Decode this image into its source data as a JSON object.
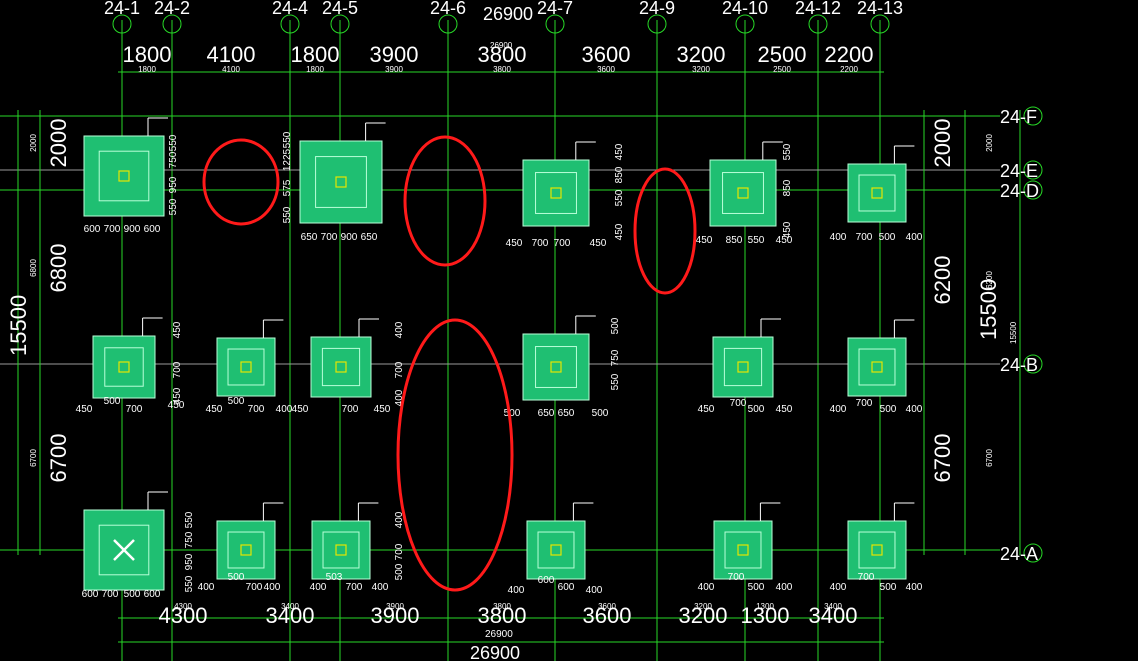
{
  "drawing": {
    "title_dimension": "26900",
    "overall_bottom_dimension": "26900",
    "overall_bottom_small": "26900",
    "overall_top_small": "26900",
    "left_total_dimension": "15500",
    "right_total_dimension": "15500",
    "right_total_small": "15500",
    "colors": {
      "background": "#000000",
      "dim_lines": "#27d827",
      "axis_lines": "#9a9a9a",
      "footing_fill": "#1fbf72",
      "footing_outline": "#b8ffd8",
      "column": "#e6e600",
      "markup": "#ff1a1a",
      "text": "#ffffff"
    }
  },
  "grid_axes_top": [
    {
      "label": "24-1"
    },
    {
      "label": "24-2"
    },
    {
      "label": "24-4"
    },
    {
      "label": "24-5"
    },
    {
      "label": "24-6"
    },
    {
      "label": "24-7"
    },
    {
      "label": "24-9"
    },
    {
      "label": "24-10"
    },
    {
      "label": "24-12"
    },
    {
      "label": "24-13"
    }
  ],
  "grid_axes_right": [
    {
      "label": "24-F"
    },
    {
      "label": "24-E"
    },
    {
      "label": "24-D"
    },
    {
      "label": "24-B"
    },
    {
      "label": "24-A"
    }
  ],
  "top_spans": [
    "1800",
    "4100",
    "1800",
    "3900",
    "3800",
    "3600",
    "3200",
    "2500",
    "2200"
  ],
  "bottom_spans": [
    "4300",
    "3400",
    "3900",
    "3800",
    "3600",
    "3200",
    "1300",
    "3400"
  ],
  "left_spans": [
    "2000",
    "6800",
    "6700"
  ],
  "right_spans": [
    "2000",
    "6200",
    "6700"
  ],
  "footing_dims": [
    "600",
    "700",
    "900",
    "600",
    "650",
    "700",
    "900",
    "650",
    "450",
    "700",
    "700",
    "450",
    "450",
    "850",
    "550",
    "450",
    "400",
    "700",
    "500",
    "400",
    "450",
    "500",
    "700",
    "450",
    "450",
    "500",
    "700",
    "400",
    "450",
    "700",
    "450",
    "500",
    "650",
    "650",
    "500",
    "450",
    "700",
    "500",
    "450",
    "400",
    "700",
    "500",
    "400",
    "600",
    "700",
    "500",
    "600",
    "400",
    "500",
    "700",
    "400",
    "400",
    "503",
    "700",
    "400",
    "400",
    "600",
    "600",
    "400",
    "400",
    "700",
    "500",
    "400",
    "400",
    "700",
    "500",
    "400"
  ],
  "vertical_dims": [
    "550",
    "750",
    "950",
    "550",
    "550",
    "1225",
    "575",
    "550",
    "450",
    "850",
    "550",
    "450",
    "550",
    "850",
    "450",
    "450",
    "700",
    "450",
    "400",
    "700",
    "400",
    "500",
    "750",
    "550",
    "550",
    "750",
    "950",
    "550",
    "400",
    "700",
    "500"
  ]
}
